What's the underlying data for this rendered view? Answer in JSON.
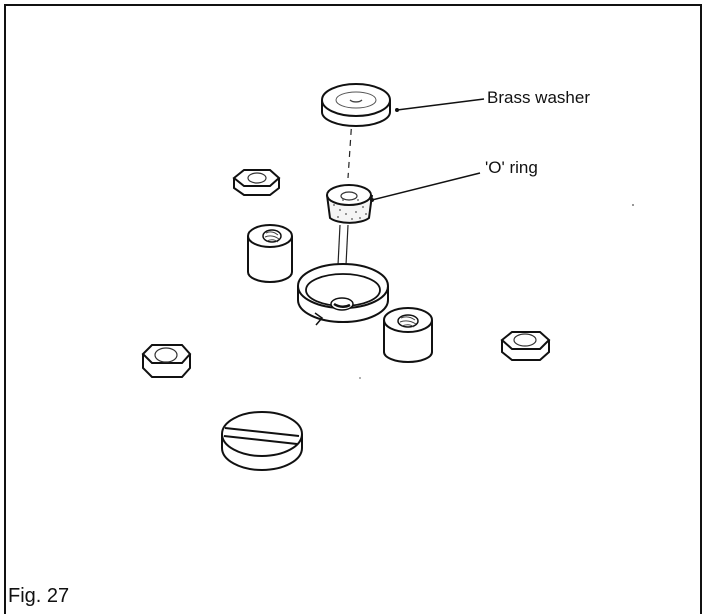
{
  "figure": {
    "caption": "Fig. 27",
    "labels": {
      "brass_washer": "Brass washer",
      "o_ring": "'O' ring"
    }
  }
}
